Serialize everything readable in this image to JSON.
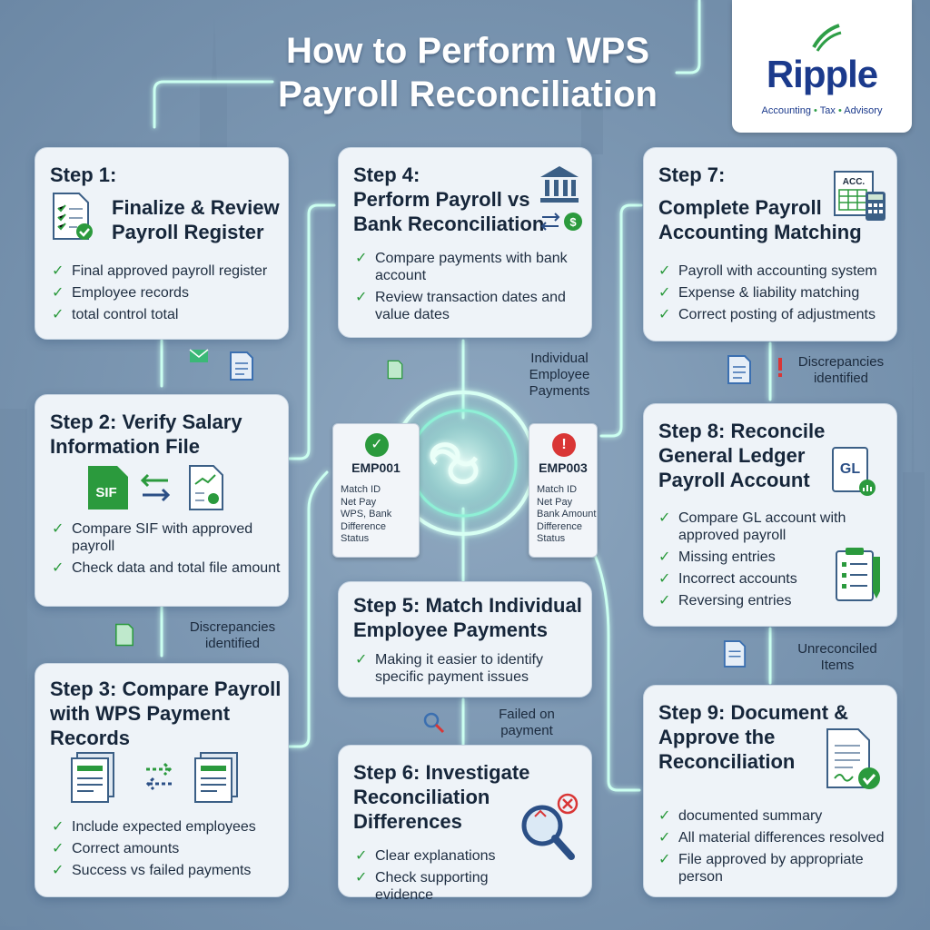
{
  "title": {
    "line1": "How to Perform WPS",
    "line2": "Payroll Reconciliation"
  },
  "logo": {
    "name": "Ripple",
    "tag1": "Accounting",
    "sep": "•",
    "tag2": "Tax",
    "tag3": "Advisory"
  },
  "steps": [
    {
      "title": "Step 1:",
      "subtitle1": "Finalize & Review",
      "subtitle2": "Payroll Register",
      "items": [
        "Final approved payroll register",
        "Employee records",
        "total control total"
      ]
    },
    {
      "title1": "Step 2: Verify Salary",
      "title2": "Information File",
      "sif_label": "SIF",
      "items": [
        "Compare SIF with approved payroll",
        "Check data and total file amount"
      ]
    },
    {
      "title1": "Step 3: Compare Payroll",
      "title2": "with WPS Payment",
      "title3": "Records",
      "items": [
        "Include expected employees",
        "Correct amounts",
        "Success vs failed payments"
      ]
    },
    {
      "title": "Step 4:",
      "subtitle1": "Perform Payroll vs",
      "subtitle2": "Bank Reconciliation",
      "items": [
        "Compare payments with bank account",
        "Review transaction dates and value dates"
      ]
    },
    {
      "title1": "Step 5: Match Individual",
      "title2": "Employee Payments",
      "items": [
        "Making it easier to identify specific payment issues"
      ]
    },
    {
      "title1": "Step 6: Investigate",
      "title2": "Reconciliation",
      "title3": "Differences",
      "items": [
        "Clear explanations",
        "Check supporting evidence"
      ]
    },
    {
      "title": "Step 7:",
      "subtitle1": "Complete Payroll",
      "subtitle2": "Accounting Matching",
      "acc_label": "ACC.",
      "items": [
        "Payroll with accounting system",
        "Expense & liability matching",
        "Correct posting of adjustments"
      ]
    },
    {
      "title1": "Step 8: Reconcile",
      "title2": "General Ledger",
      "title3": "Payroll Account",
      "gl_label": "GL",
      "items": [
        "Compare GL account with approved payroll",
        "Missing entries",
        "Incorrect accounts",
        "Reversing entries"
      ]
    },
    {
      "title1": "Step 9: Document &",
      "title2": "Approve the",
      "title3": "Reconciliation",
      "items": [
        "documented summary",
        "All material differences resolved",
        "File approved by appropriate person"
      ]
    }
  ],
  "notes": {
    "individual": [
      "Individual",
      "Employee",
      "Payments"
    ],
    "disc_left": [
      "Discrepancies",
      "identified"
    ],
    "disc_right": [
      "Discrepancies",
      "identified"
    ],
    "failed": [
      "Failed on",
      "payment"
    ],
    "unreconciled": [
      "Unreconciled",
      "Items"
    ]
  },
  "employees": [
    {
      "id": "EMP001",
      "status": "ok",
      "lines": [
        "Match ID",
        "Net Pay",
        "WPS, Bank",
        "Difference",
        "Status"
      ]
    },
    {
      "id": "EMP003",
      "status": "alert",
      "lines": [
        "Match ID",
        "Net Pay",
        "Bank Amount",
        "Difference",
        "Status"
      ]
    }
  ],
  "colors": {
    "accent_green": "#2b9a3d",
    "glow": "#7ff2d4",
    "brand_blue": "#1b3a8c",
    "alert_red": "#d93636"
  }
}
